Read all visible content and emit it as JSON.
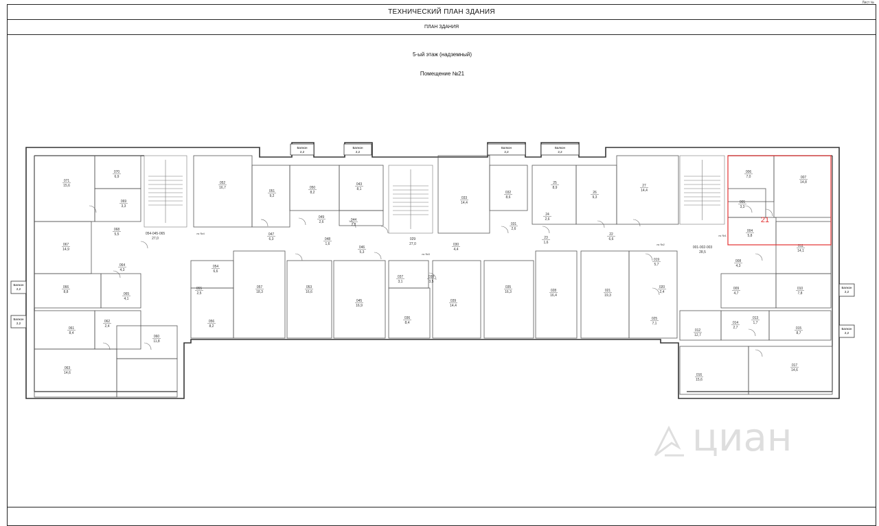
{
  "header": {
    "title": "ТЕХНИЧЕСКИЙ ПЛАН ЗДАНИЯ",
    "subtitle": "ПЛАН ЗДАНИЯ",
    "corner_tag": "Лист №"
  },
  "plan": {
    "floor": "5-ый этаж (надземный)",
    "premise": "Помещение №21",
    "highlight_label": "21",
    "highlight_color": "#e23030",
    "line_color": "#333333",
    "balconies": [
      "Балкон",
      "Балкон",
      "Балкон",
      "Балкон",
      "Балкон",
      "Балкон",
      "Балкон",
      "Балкон"
    ],
    "balcony_areas": [
      "2,2",
      "2,2",
      "2,2",
      "2,2",
      "2,2",
      "2,2",
      "2,2",
      "2,2"
    ],
    "rooms": [
      {
        "no": "071",
        "area": "15,6"
      },
      {
        "no": "070",
        "area": "6,9"
      },
      {
        "no": "069",
        "area": "3,3"
      },
      {
        "no": "068",
        "area": "5,5"
      },
      {
        "no": "067",
        "area": "14,9"
      },
      {
        "no": "066",
        "area": "8,8"
      },
      {
        "no": "065",
        "area": "4,1"
      },
      {
        "no": "064",
        "area": "4,3"
      },
      {
        "no": "061",
        "area": "8,4"
      },
      {
        "no": "062",
        "area": "2,4"
      },
      {
        "no": "063",
        "area": "14,6"
      },
      {
        "no": "060",
        "area": "11,8"
      },
      {
        "no": "052",
        "area": "16,7"
      },
      {
        "no": "051",
        "area": "9,2"
      },
      {
        "no": "050",
        "area": "8,2"
      },
      {
        "no": "043",
        "area": "8,1"
      },
      {
        "no": "044",
        "area": "2,2"
      },
      {
        "no": "047",
        "area": "6,3"
      },
      {
        "no": "049",
        "area": "2,6"
      },
      {
        "no": "048",
        "area": "1,6"
      },
      {
        "no": "054",
        "area": "6,6"
      },
      {
        "no": "055",
        "area": "2,5"
      },
      {
        "no": "056",
        "area": "8,2"
      },
      {
        "no": "057",
        "area": "18,3"
      },
      {
        "no": "053",
        "area": "16,6"
      },
      {
        "no": "045",
        "area": "16,9"
      },
      {
        "no": "046",
        "area": "5,3"
      },
      {
        "no": "033",
        "area": "14,4"
      },
      {
        "no": "032",
        "area": "8,6"
      },
      {
        "no": "031",
        "area": "2,6"
      },
      {
        "no": "030",
        "area": "4,4"
      },
      {
        "no": "035",
        "area": "16,3"
      },
      {
        "no": "036",
        "area": "8,4"
      },
      {
        "no": "037",
        "area": "3,1"
      },
      {
        "no": "038",
        "area": "3,5"
      },
      {
        "no": "039",
        "area": "14,4"
      },
      {
        "no": "25",
        "area": "8,9"
      },
      {
        "no": "26",
        "area": "9,3"
      },
      {
        "no": "27",
        "area": "14,4"
      },
      {
        "no": "22",
        "area": "6,6"
      },
      {
        "no": "23",
        "area": "1,6"
      },
      {
        "no": "24",
        "area": "2,6"
      },
      {
        "no": "028",
        "area": "16,4"
      },
      {
        "no": "021",
        "area": "19,3"
      },
      {
        "no": "025",
        "area": "7,1"
      },
      {
        "no": "020",
        "area": "2,4"
      },
      {
        "no": "019",
        "area": "5,7"
      },
      {
        "no": "006",
        "area": "7,0"
      },
      {
        "no": "007",
        "area": "14,8"
      },
      {
        "no": "005",
        "area": "3,3"
      },
      {
        "no": "004",
        "area": "5,8"
      },
      {
        "no": "011",
        "area": "14,1"
      },
      {
        "no": "008",
        "area": "4,3"
      },
      {
        "no": "009",
        "area": "4,7"
      },
      {
        "no": "010",
        "area": "7,8"
      },
      {
        "no": "014",
        "area": "2,7"
      },
      {
        "no": "013",
        "area": "1,7"
      },
      {
        "no": "015",
        "area": "8,7"
      },
      {
        "no": "012",
        "area": "12,7"
      },
      {
        "no": "016",
        "area": "15,6"
      },
      {
        "no": "017",
        "area": "14,6"
      }
    ],
    "corridors": [
      {
        "no": "054-045-065",
        "area": "27,0"
      },
      {
        "no": "029",
        "area": "27,0"
      },
      {
        "no": "001-002-003",
        "area": "28,5"
      }
    ],
    "stairs": [
      "лк №4",
      "лк №3",
      "лк №2",
      "лк №1"
    ]
  },
  "watermark": "циан"
}
